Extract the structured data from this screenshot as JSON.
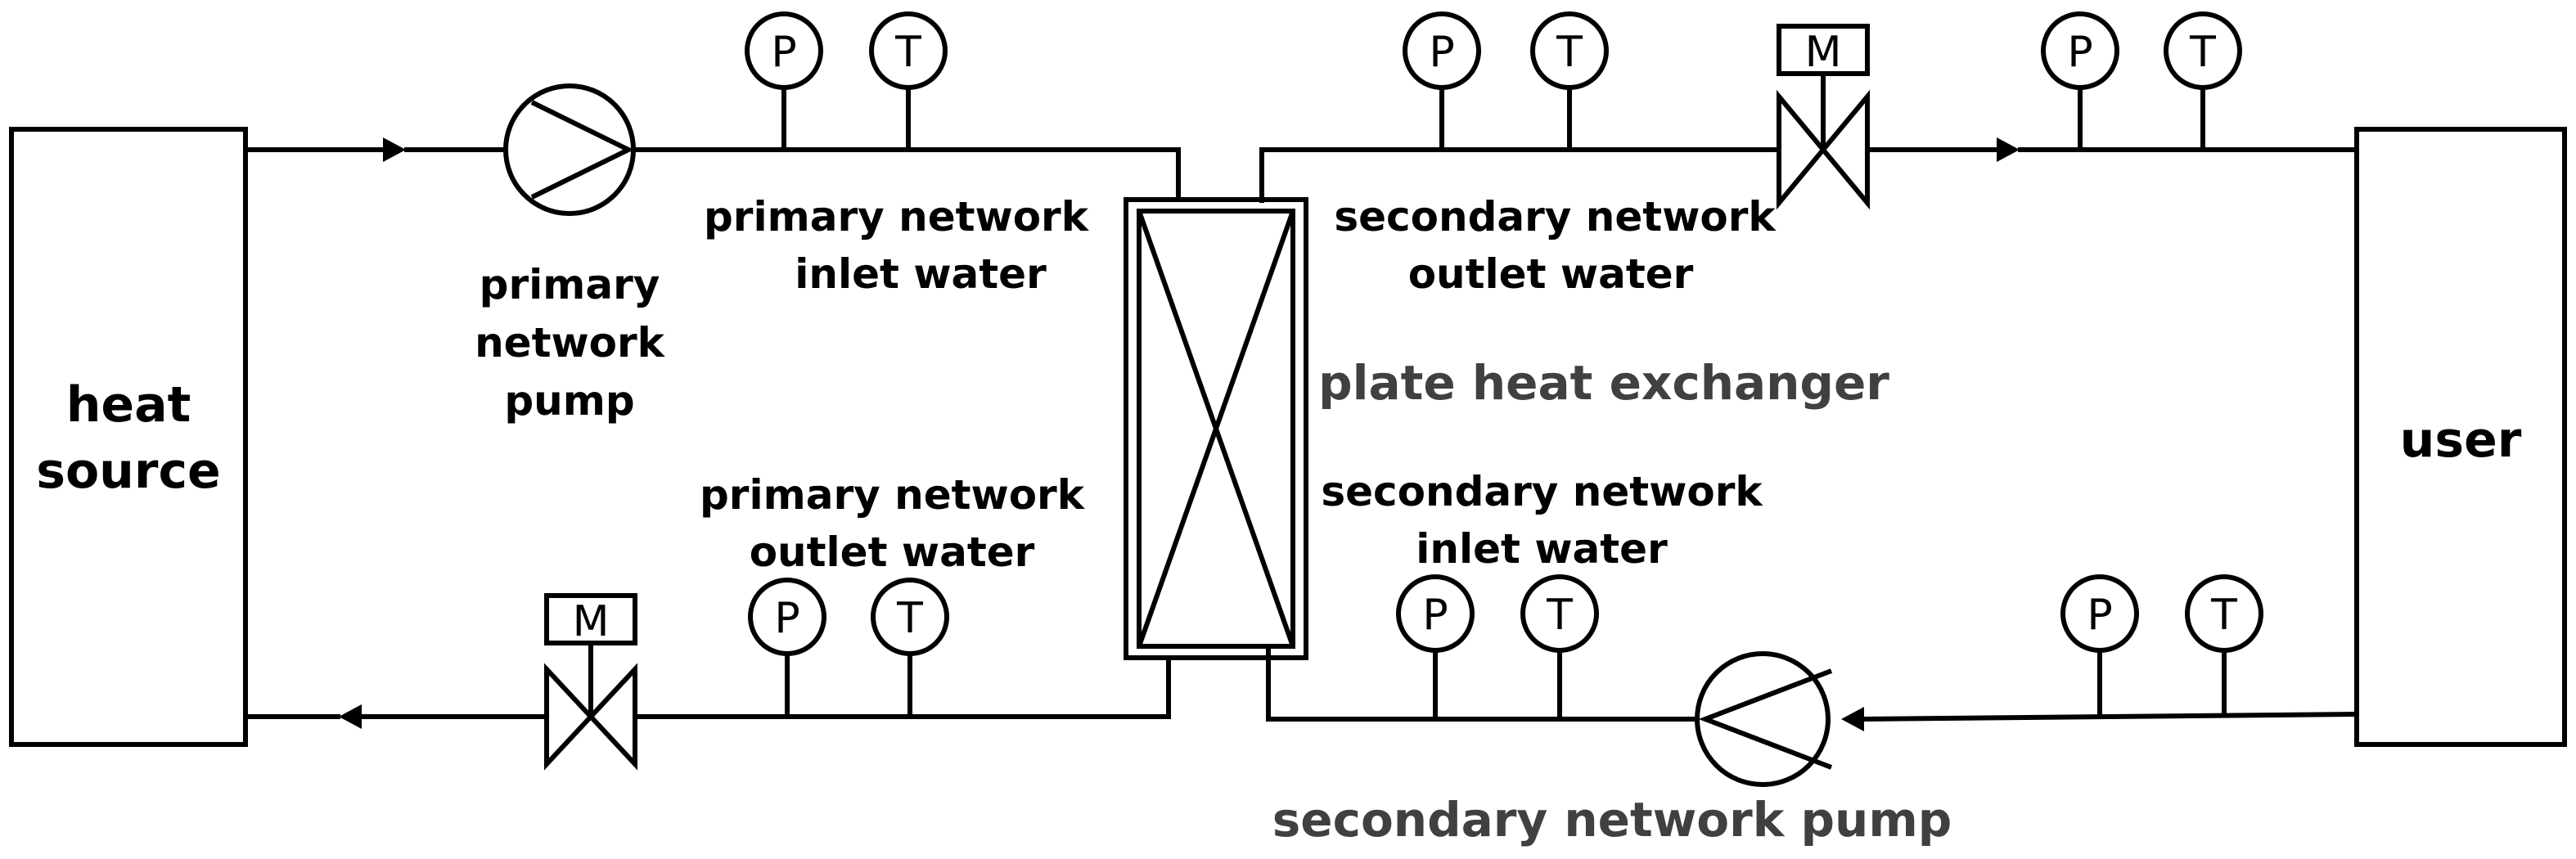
{
  "labels": {
    "heat_source_line1": "heat",
    "heat_source_line2": "source",
    "user": "user",
    "primary_pump_line1": "primary",
    "primary_pump_line2": "network",
    "primary_pump_line3": "pump",
    "primary_inlet_line1": "primary network",
    "primary_inlet_line2": "inlet water",
    "primary_outlet_line1": "primary network",
    "primary_outlet_line2": "outlet water",
    "secondary_outlet_line1": "secondary network",
    "secondary_outlet_line2": "outlet water",
    "secondary_inlet_line1": "secondary network",
    "secondary_inlet_line2": "inlet water",
    "plate_heat_exchanger": "plate heat exchanger",
    "secondary_pump": "secondary network pump"
  },
  "gauges": {
    "pressure": "P",
    "temperature": "T"
  },
  "valve_actuator": "M"
}
